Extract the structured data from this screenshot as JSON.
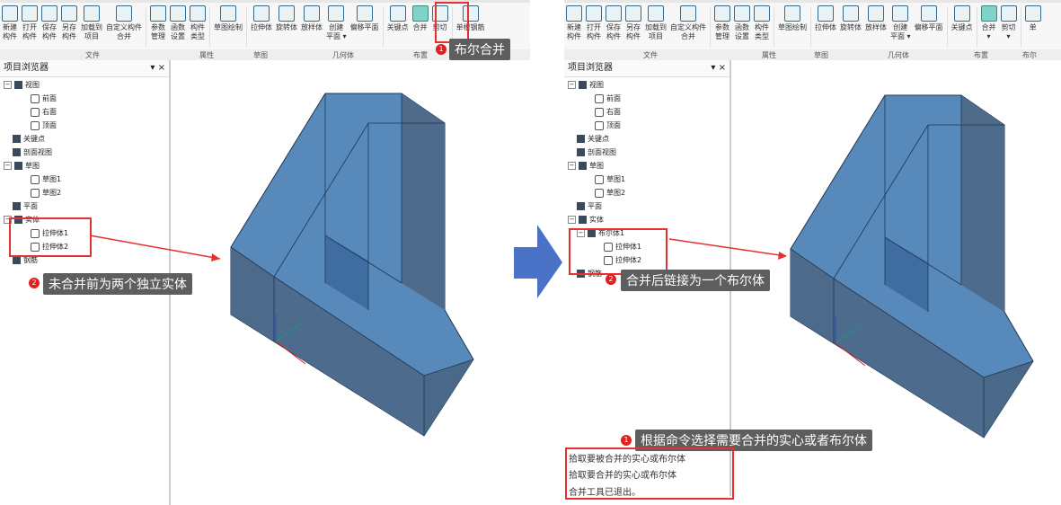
{
  "left": {
    "tools": [
      [
        "新建\n构件"
      ],
      [
        "打开\n构件"
      ],
      [
        "保存\n构件"
      ],
      [
        "另存\n构件"
      ],
      [
        "加载到\n项目"
      ],
      [
        "自定义构件\n合并"
      ],
      [
        "|"
      ],
      [
        "参数\n管理"
      ],
      [
        "函数\n设置"
      ],
      [
        "构件\n类型"
      ],
      [
        "|"
      ],
      [
        "草图绘制"
      ],
      [
        "|"
      ],
      [
        "拉伸体"
      ],
      [
        "旋转体"
      ],
      [
        "放样体"
      ],
      [
        "创建\n平面 ▾"
      ],
      [
        "偏移平面"
      ],
      [
        "|"
      ],
      [
        "关键点"
      ],
      [
        "合并",
        "teal"
      ],
      [
        "剪切"
      ],
      [
        "|"
      ],
      [
        "单根钢筋"
      ]
    ],
    "groups": [
      "文件",
      "属性",
      "草图",
      "几何体",
      "布置"
    ],
    "browser_title": "项目浏览器",
    "tree": [
      [
        "⊟",
        "视图",
        0
      ],
      [
        "",
        "前面",
        2
      ],
      [
        "",
        "右面",
        2
      ],
      [
        "",
        "顶面",
        2
      ],
      [
        "",
        "关键点",
        0
      ],
      [
        "",
        "剖面视图",
        0
      ],
      [
        "⊟",
        "草图",
        0
      ],
      [
        "",
        "草图1",
        2
      ],
      [
        "",
        "草图2",
        2
      ],
      [
        "",
        "平面",
        0
      ],
      [
        "⊟",
        "实体",
        0
      ],
      [
        "",
        "拉伸体1",
        2
      ],
      [
        "",
        "拉伸体2",
        2
      ],
      [
        "",
        "钢筋",
        0
      ]
    ],
    "callout_top": "布尔合并",
    "callout_tree": "未合并前为两个独立实体",
    "badge1": "1",
    "badge2": "2"
  },
  "right": {
    "tools": [
      [
        "新建\n构件"
      ],
      [
        "打开\n构件"
      ],
      [
        "保存\n构件"
      ],
      [
        "另存\n构件"
      ],
      [
        "加载到\n项目"
      ],
      [
        "自定义构件\n合并"
      ],
      [
        "|"
      ],
      [
        "参数\n管理"
      ],
      [
        "函数\n设置"
      ],
      [
        "构件\n类型"
      ],
      [
        "|"
      ],
      [
        "草图绘制"
      ],
      [
        "|"
      ],
      [
        "拉伸体"
      ],
      [
        "旋转体"
      ],
      [
        "放样体"
      ],
      [
        "创建\n平面 ▾"
      ],
      [
        "偏移平面"
      ],
      [
        "|"
      ],
      [
        "关键点"
      ],
      [
        "|"
      ],
      [
        "合并\n▾",
        "teal"
      ],
      [
        "剪切\n▾"
      ],
      [
        "|"
      ],
      [
        "单"
      ]
    ],
    "groups": [
      "文件",
      "属性",
      "草图",
      "几何体",
      "布置",
      "布尔"
    ],
    "browser_title": "项目浏览器",
    "tree": [
      [
        "⊟",
        "视图",
        0
      ],
      [
        "",
        "前面",
        2
      ],
      [
        "",
        "右面",
        2
      ],
      [
        "",
        "顶面",
        2
      ],
      [
        "",
        "关键点",
        0
      ],
      [
        "",
        "剖面视图",
        0
      ],
      [
        "⊟",
        "草图",
        0
      ],
      [
        "",
        "草图1",
        2
      ],
      [
        "",
        "草图2",
        2
      ],
      [
        "",
        "平面",
        0
      ],
      [
        "⊟",
        "实体",
        0
      ],
      [
        "⊟",
        "布尔体1",
        1
      ],
      [
        "",
        "拉伸体1",
        3
      ],
      [
        "",
        "拉伸体2",
        3
      ],
      [
        "",
        "钢筋",
        0
      ]
    ],
    "callout_tree": "合并后链接为一个布尔体",
    "callout_cmd": "根据命令选择需要合并的实心或者布尔体",
    "command_log": [
      "拾取要被合并的实心或布尔体",
      "拾取要合并的实心或布尔体",
      "合并工具已退出。"
    ],
    "badge1": "1",
    "badge2": "2"
  },
  "colors": {
    "solid": "#4a7fb5",
    "edge": "#1f3550",
    "accent": "#e83030",
    "arrow": "#4a73c8"
  }
}
